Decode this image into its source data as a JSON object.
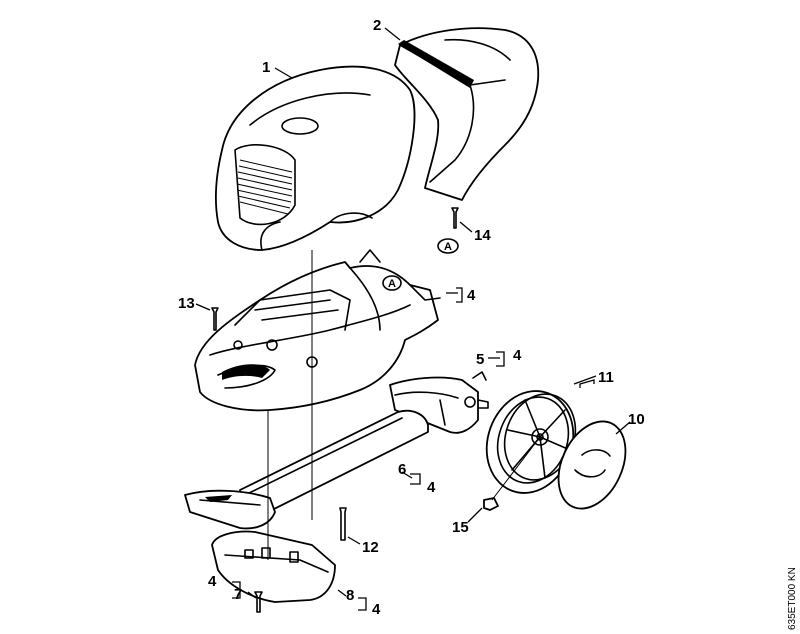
{
  "diagram": {
    "drawing_code": "635ET000 KN",
    "reference_marker": "A",
    "callouts": [
      {
        "id": "c1",
        "label": "1"
      },
      {
        "id": "c2",
        "label": "2"
      },
      {
        "id": "c4a",
        "label": "4"
      },
      {
        "id": "c5",
        "label": "5"
      },
      {
        "id": "c4b",
        "label": "4"
      },
      {
        "id": "c6",
        "label": "6"
      },
      {
        "id": "c4c",
        "label": "4"
      },
      {
        "id": "c7",
        "label": "7"
      },
      {
        "id": "c4d",
        "label": "4"
      },
      {
        "id": "c8",
        "label": "8"
      },
      {
        "id": "c4e",
        "label": "4"
      },
      {
        "id": "c10",
        "label": "10"
      },
      {
        "id": "c11",
        "label": "11"
      },
      {
        "id": "c12",
        "label": "12"
      },
      {
        "id": "c13",
        "label": "13"
      },
      {
        "id": "c14",
        "label": "14"
      },
      {
        "id": "c15",
        "label": "15"
      }
    ]
  }
}
